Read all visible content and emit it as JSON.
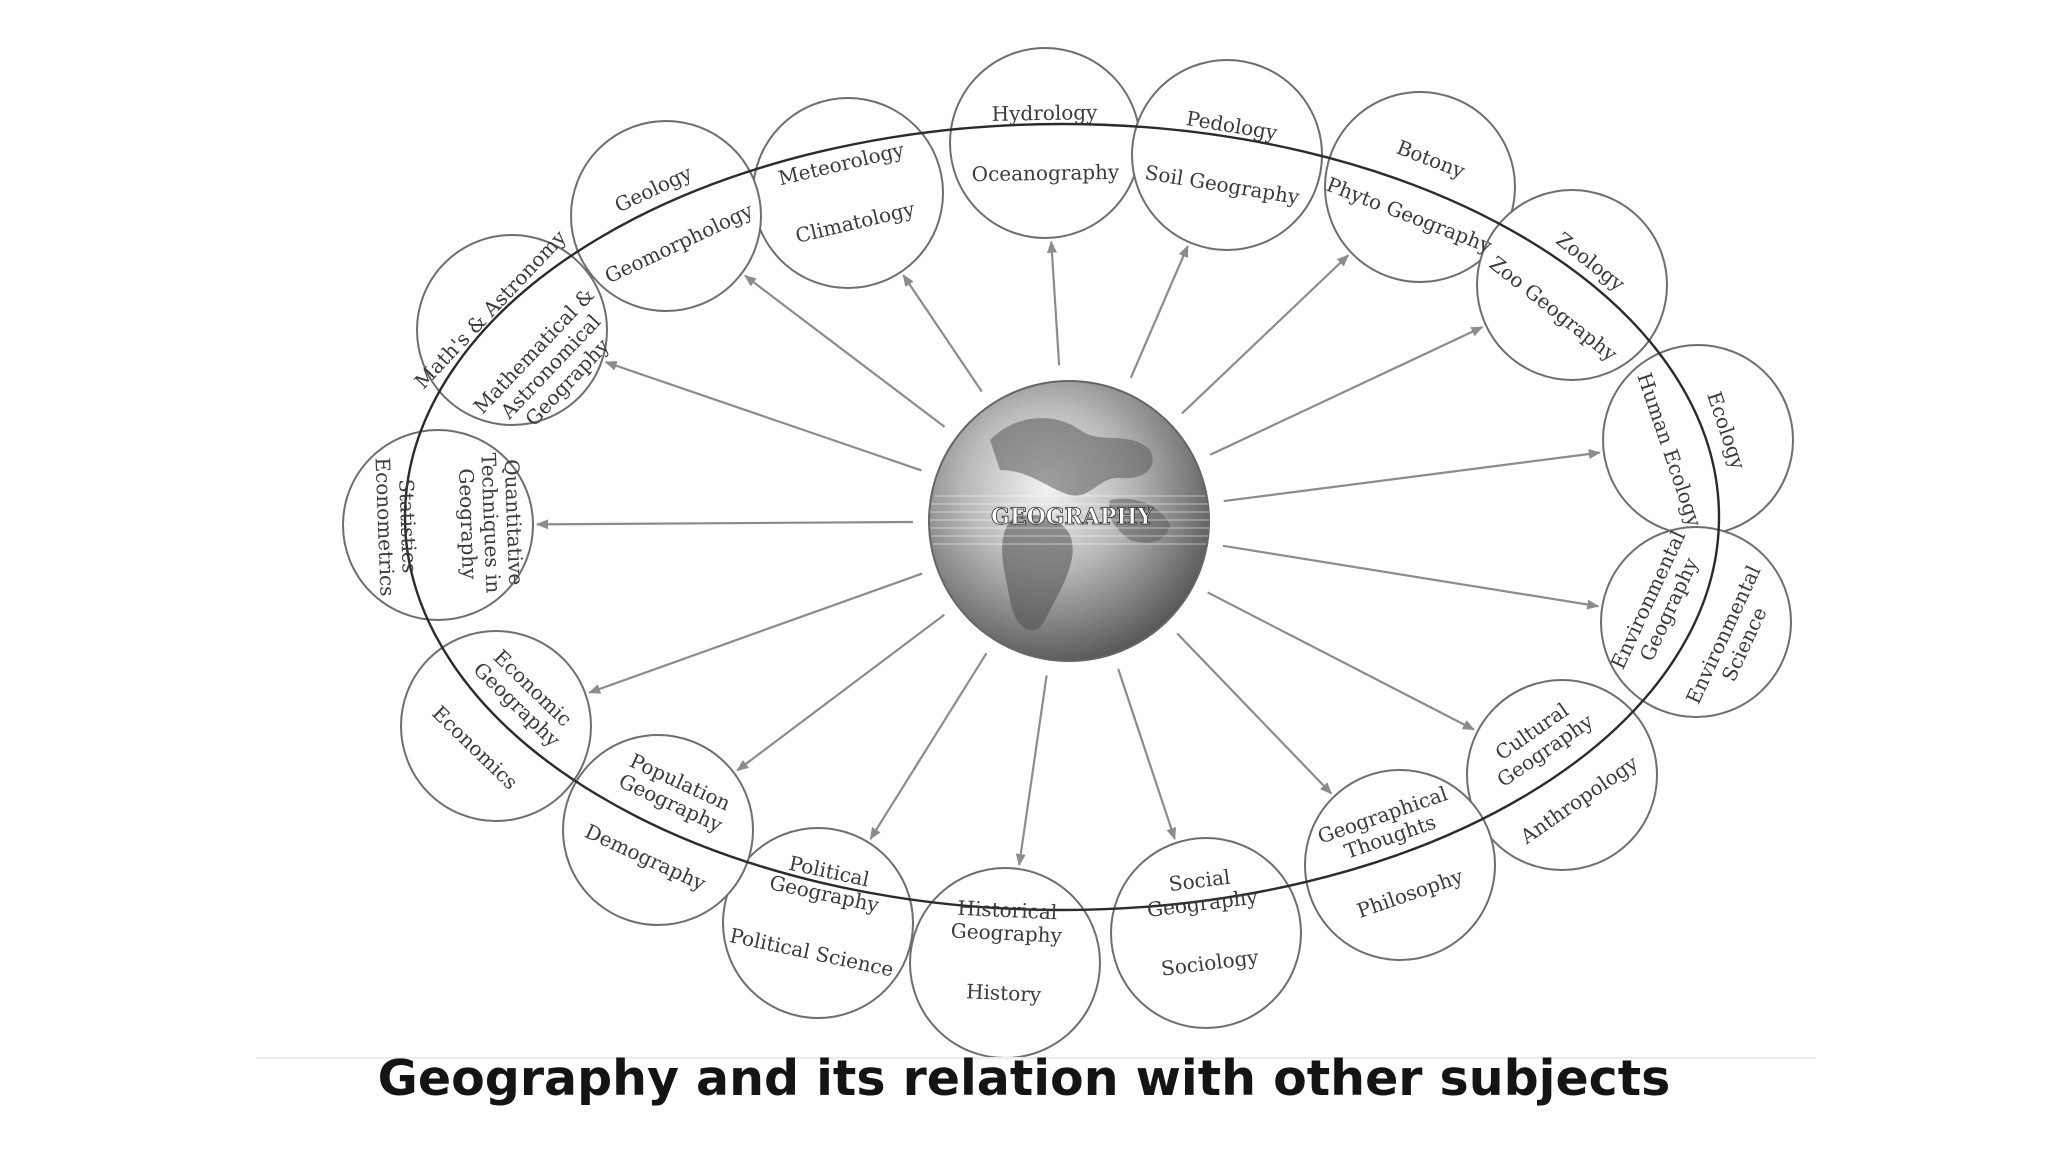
{
  "center": {
    "label": "GEOGRAPHY"
  },
  "caption": "Geography and its relation with other subjects",
  "nodes": [
    {
      "id": "meteorology",
      "outer": [
        "Meteorology"
      ],
      "inner": [
        "Climatology"
      ]
    },
    {
      "id": "hydrology",
      "outer": [
        "Hydrology"
      ],
      "inner": [
        "Oceanography"
      ]
    },
    {
      "id": "pedology",
      "outer": [
        "Pedology"
      ],
      "inner": [
        "Soil Geography"
      ]
    },
    {
      "id": "botony",
      "outer": [
        "Botony"
      ],
      "inner": [
        "Phyto Geography"
      ]
    },
    {
      "id": "zoology",
      "outer": [
        "Zoology"
      ],
      "inner": [
        "Zoo Geography"
      ]
    },
    {
      "id": "ecology",
      "outer": [
        "Ecology"
      ],
      "inner": [
        "Human Ecology"
      ]
    },
    {
      "id": "environment",
      "outer": [
        "Environmental",
        "Science"
      ],
      "inner": [
        "Environmental",
        "Geography"
      ]
    },
    {
      "id": "anthropology",
      "outer": [
        "Anthropology"
      ],
      "inner": [
        "Cultural",
        "Geography"
      ]
    },
    {
      "id": "philosophy",
      "outer": [
        "Philosophy"
      ],
      "inner": [
        "Geographical",
        "Thoughts"
      ]
    },
    {
      "id": "sociology",
      "outer": [
        "Sociology"
      ],
      "inner": [
        "Social",
        "Geography"
      ]
    },
    {
      "id": "history",
      "outer": [
        "History"
      ],
      "inner": [
        "Historical",
        "Geography"
      ]
    },
    {
      "id": "political",
      "outer": [
        "Political Science"
      ],
      "inner": [
        "Political",
        "Geography"
      ]
    },
    {
      "id": "demography",
      "outer": [
        "Demography"
      ],
      "inner": [
        "Population",
        "Geography"
      ]
    },
    {
      "id": "economics",
      "outer": [
        "Economics"
      ],
      "inner": [
        "Economic",
        "Geography"
      ]
    },
    {
      "id": "statistics",
      "outer": [
        "Statistics",
        "Econometrics"
      ],
      "inner": [
        "Quantitative",
        "Techniques in",
        "Geography"
      ]
    },
    {
      "id": "maths",
      "outer": [
        "Math's & Astronomy"
      ],
      "inner": [
        "Mathematical &",
        "Astronomical",
        "Geography"
      ]
    },
    {
      "id": "geology",
      "outer": [
        "Geology"
      ],
      "inner": [
        "Geomorphology"
      ]
    }
  ]
}
